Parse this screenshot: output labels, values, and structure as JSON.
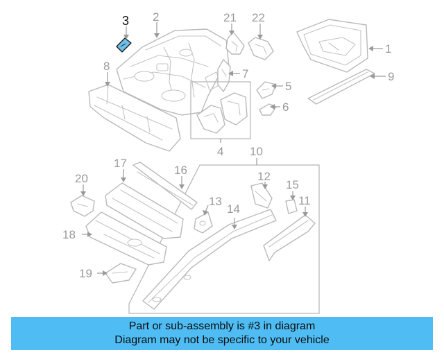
{
  "callouts": {
    "c1": "1",
    "c2": "2",
    "c3": "3",
    "c4": "4",
    "c5": "5",
    "c6": "6",
    "c7": "7",
    "c8": "8",
    "c9": "9",
    "c10": "10",
    "c11": "11",
    "c12": "12",
    "c13": "13",
    "c14": "14",
    "c15": "15",
    "c16": "16",
    "c17": "17",
    "c18": "18",
    "c19": "19",
    "c20": "20",
    "c21": "21",
    "c22": "22"
  },
  "highlighted_part": "3",
  "colors": {
    "banner": "#4fbdf4",
    "highlight_fill": "#6fbfe9",
    "line_art": "#b9b9b9",
    "callout_text": "#9a9a9a"
  },
  "banner": {
    "line1": "Part or sub-assembly is #3 in diagram",
    "line2": "Diagram may not be specific to your vehicle"
  }
}
